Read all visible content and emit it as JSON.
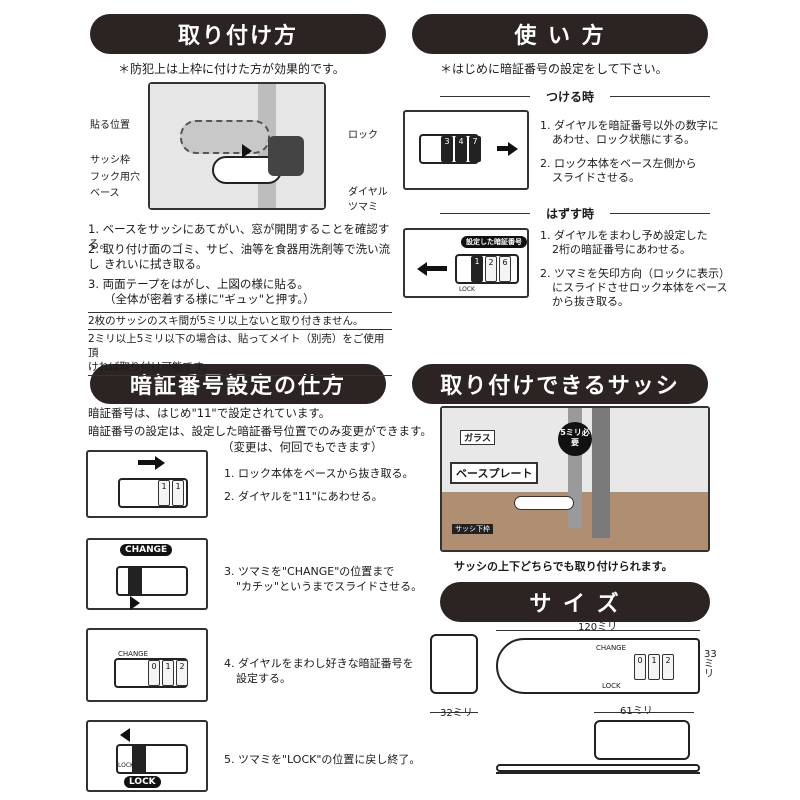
{
  "headers": {
    "install": "取り付け方",
    "use": "使 い 方",
    "code": "暗証番号設定の仕方",
    "sash": "取り付けできるサッシ",
    "size": "サ イ ズ"
  },
  "install": {
    "note": "＊防犯上は上枠に付けた方が効果的です。",
    "labels": {
      "affix": "貼る位置",
      "frame": "サッシ枠",
      "hook": "フック用穴",
      "base": "ベース",
      "lock": "ロック",
      "dial": "ダイヤル",
      "knob": "ツマミ"
    },
    "steps": [
      "1. ベースをサッシにあてがい、窓が開閉することを確認する。",
      "2. 取り付け面のゴミ、サビ、油等を食器用洗剤等で洗い流し",
      "きれいに拭き取る。",
      "3. 両面テープをはがし、上図の様に貼る。",
      "（全体が密着する様に\"ギュッ\"と押す。）"
    ],
    "warn1": "2枚のサッシのスキ間が5ミリ以上ないと取り付きません。",
    "warn2a": "2ミリ以上5ミリ以下の場合は、貼ってメイト（別売）をご使用頂",
    "warn2b": "ければ取り付け可能です。"
  },
  "use": {
    "note": "＊はじめに暗証番号の設定をして下さい。",
    "attach_title": "つける時",
    "attach_steps": [
      "1. ダイヤルを暗証番号以外の数字に",
      "あわせ、ロック状態にする。",
      "2. ロック本体をベース左側から",
      "スライドさせる。"
    ],
    "attach_dials": [
      "3",
      "4",
      "7"
    ],
    "detach_title": "はずす時",
    "detach_badge": "設定した暗証番号",
    "detach_lock": "LOCK",
    "detach_dials": [
      "1",
      "2",
      "6"
    ],
    "detach_steps": [
      "1. ダイヤルをまわし予め設定した",
      "2桁の暗証番号にあわせる。",
      "2. ツマミを矢印方向（ロックに表示）",
      "にスライドさせロック本体をベース",
      "から抜き取る。"
    ]
  },
  "code": {
    "intro1": "暗証番号は、はじめ\"11\"で設定されています。",
    "intro2": "暗証番号の設定は、設定した暗証番号位置でのみ変更ができます。",
    "intro3": "（変更は、何回でもできます）",
    "change_badge": "CHANGE",
    "change_small": "CHANGE",
    "lock_badge": "LOCK",
    "lock_small": "LOCK",
    "dials_step1": [
      "1",
      "1"
    ],
    "dials_step4": [
      "0",
      "1",
      "2"
    ],
    "steps": [
      "1. ロック本体をベースから抜き取る。",
      "2. ダイヤルを\"11\"にあわせる。",
      "3. ツマミを\"CHANGE\"の位置まで",
      "\"カチッ\"というまでスライドさせる。",
      "4. ダイヤルをまわし好きな暗証番号を",
      "設定する。",
      "5. ツマミを\"LOCK\"の位置に戻し終了。"
    ]
  },
  "sash": {
    "glass": "ガラス",
    "gap_badge": "5ミリ必要",
    "base_plate": "ベースプレート",
    "lower_frame": "サッシ下枠",
    "caption": "サッシの上下どちらでも取り付けられます。"
  },
  "size": {
    "w120": "120ミリ",
    "h33": "33ミリ",
    "w32": "32ミリ",
    "w61": "61ミリ",
    "change": "CHANGE",
    "lock": "LOCK",
    "dials": [
      "0",
      "1",
      "2"
    ]
  }
}
